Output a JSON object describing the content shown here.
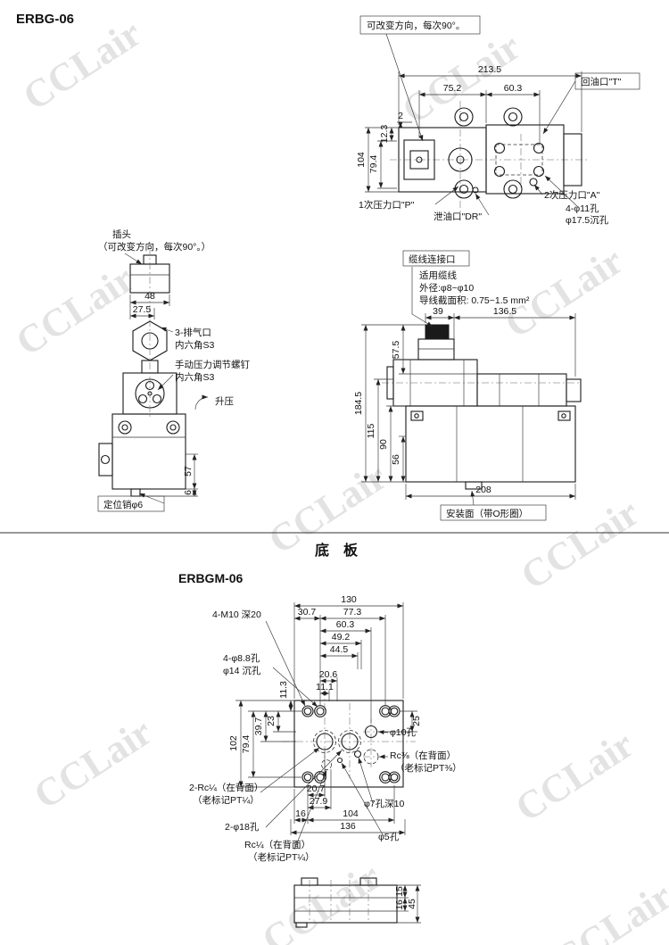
{
  "page": {
    "title": "ERBG-06",
    "watermark": "CCLair",
    "plate_section": {
      "title": "底　板",
      "model": "ERBGM-06"
    }
  },
  "top_view": {
    "note_rotate": "可改变方向，每次90°。",
    "port_t": "回油口\"T\"",
    "port_p": "1次压力口\"P\"",
    "port_dr": "泄油口\"DR\"",
    "port_a": "2次压力口\"A\"",
    "holes_line1": "4-φ11孔",
    "holes_line2": "φ17.5沉孔",
    "dims": {
      "total_w": "213.5",
      "w1": "75.2",
      "w2": "60.3",
      "gap": "2",
      "h1": "12.3",
      "h2": "79.4",
      "total_h": "104"
    }
  },
  "front_view": {
    "plug": "插头",
    "plug_note": "（可改变方向，每次90°。）",
    "vent": "3-排气口",
    "vent_hex": "内六角S3",
    "adjust": "手动压力调节螺钉",
    "adjust_hex": "内六角S3",
    "raise": "升压",
    "pin": "定位销φ6",
    "dims": {
      "w1": "48",
      "w2": "27.5",
      "h1": "57",
      "h2": "6"
    }
  },
  "side_view": {
    "cable_title": "缆线连接口",
    "cable_note1": "适用缆线",
    "cable_note2": "外径:φ8~φ10",
    "cable_note3": "导线截面积: 0.75~1.5 mm²",
    "mount": "安装面（带O形圈）",
    "dims": {
      "w1": "39",
      "w2": "136.5",
      "h1": "57.5",
      "total_h": "184.5",
      "h2": "115",
      "h3": "90",
      "h4": "56",
      "total_w": "208"
    }
  },
  "plate_view": {
    "label_m10": "4-M10 深20",
    "label_cbore1": "4-φ8.8孔",
    "label_cbore2": "φ14 沉孔",
    "label_phi10": "φ10孔",
    "label_rc38_1": "Rc⅜（在背面）",
    "label_rc38_2": "（老标记PT⅜）",
    "label_rc14_left1": "2-Rc¼（在背面）",
    "label_rc14_left2": "（老标记PT¼）",
    "label_phi18": "2-φ18孔",
    "label_rc14_bot1": "Rc¼（在背面）",
    "label_rc14_bot2": "（老标记PT¼）",
    "label_phi7": "φ7孔深10",
    "label_phi5": "φ5孔",
    "dims": {
      "top_total": "130",
      "t1": "30.7",
      "t2": "77.3",
      "t3": "60.3",
      "t4": "49.2",
      "t5": "44.5",
      "t6": "20.6",
      "t7": "11.1",
      "l1": "11.3",
      "l2": "102",
      "l3": "79.4",
      "l4": "39.7",
      "l5": "23",
      "r1": "25",
      "b1": "20.7",
      "b2": "27.9",
      "b3": "16",
      "b4": "104",
      "b5": "136"
    }
  },
  "plate_side_view": {
    "dims": {
      "s1": "15",
      "s2": "16",
      "s3": "45"
    }
  }
}
